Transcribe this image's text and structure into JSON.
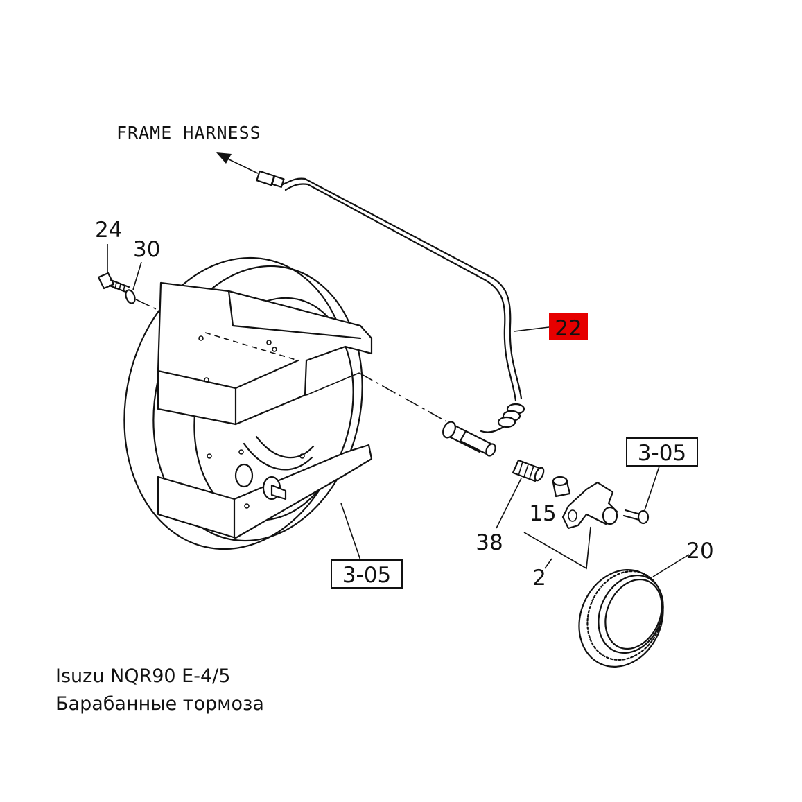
{
  "diagram": {
    "harness_label": "FRAME HARNESS",
    "callouts": {
      "p22": "22",
      "p24": "24",
      "p30": "30",
      "p38": "38",
      "p15": "15",
      "p2": "2",
      "p20": "20"
    },
    "references": {
      "drum_ref": "3-05",
      "bolt_ref": "3-05"
    },
    "highlight_color": "#e60000"
  },
  "caption": {
    "line1": "Isuzu NQR90 E-4/5",
    "line2": "Барабанные тормоза"
  }
}
